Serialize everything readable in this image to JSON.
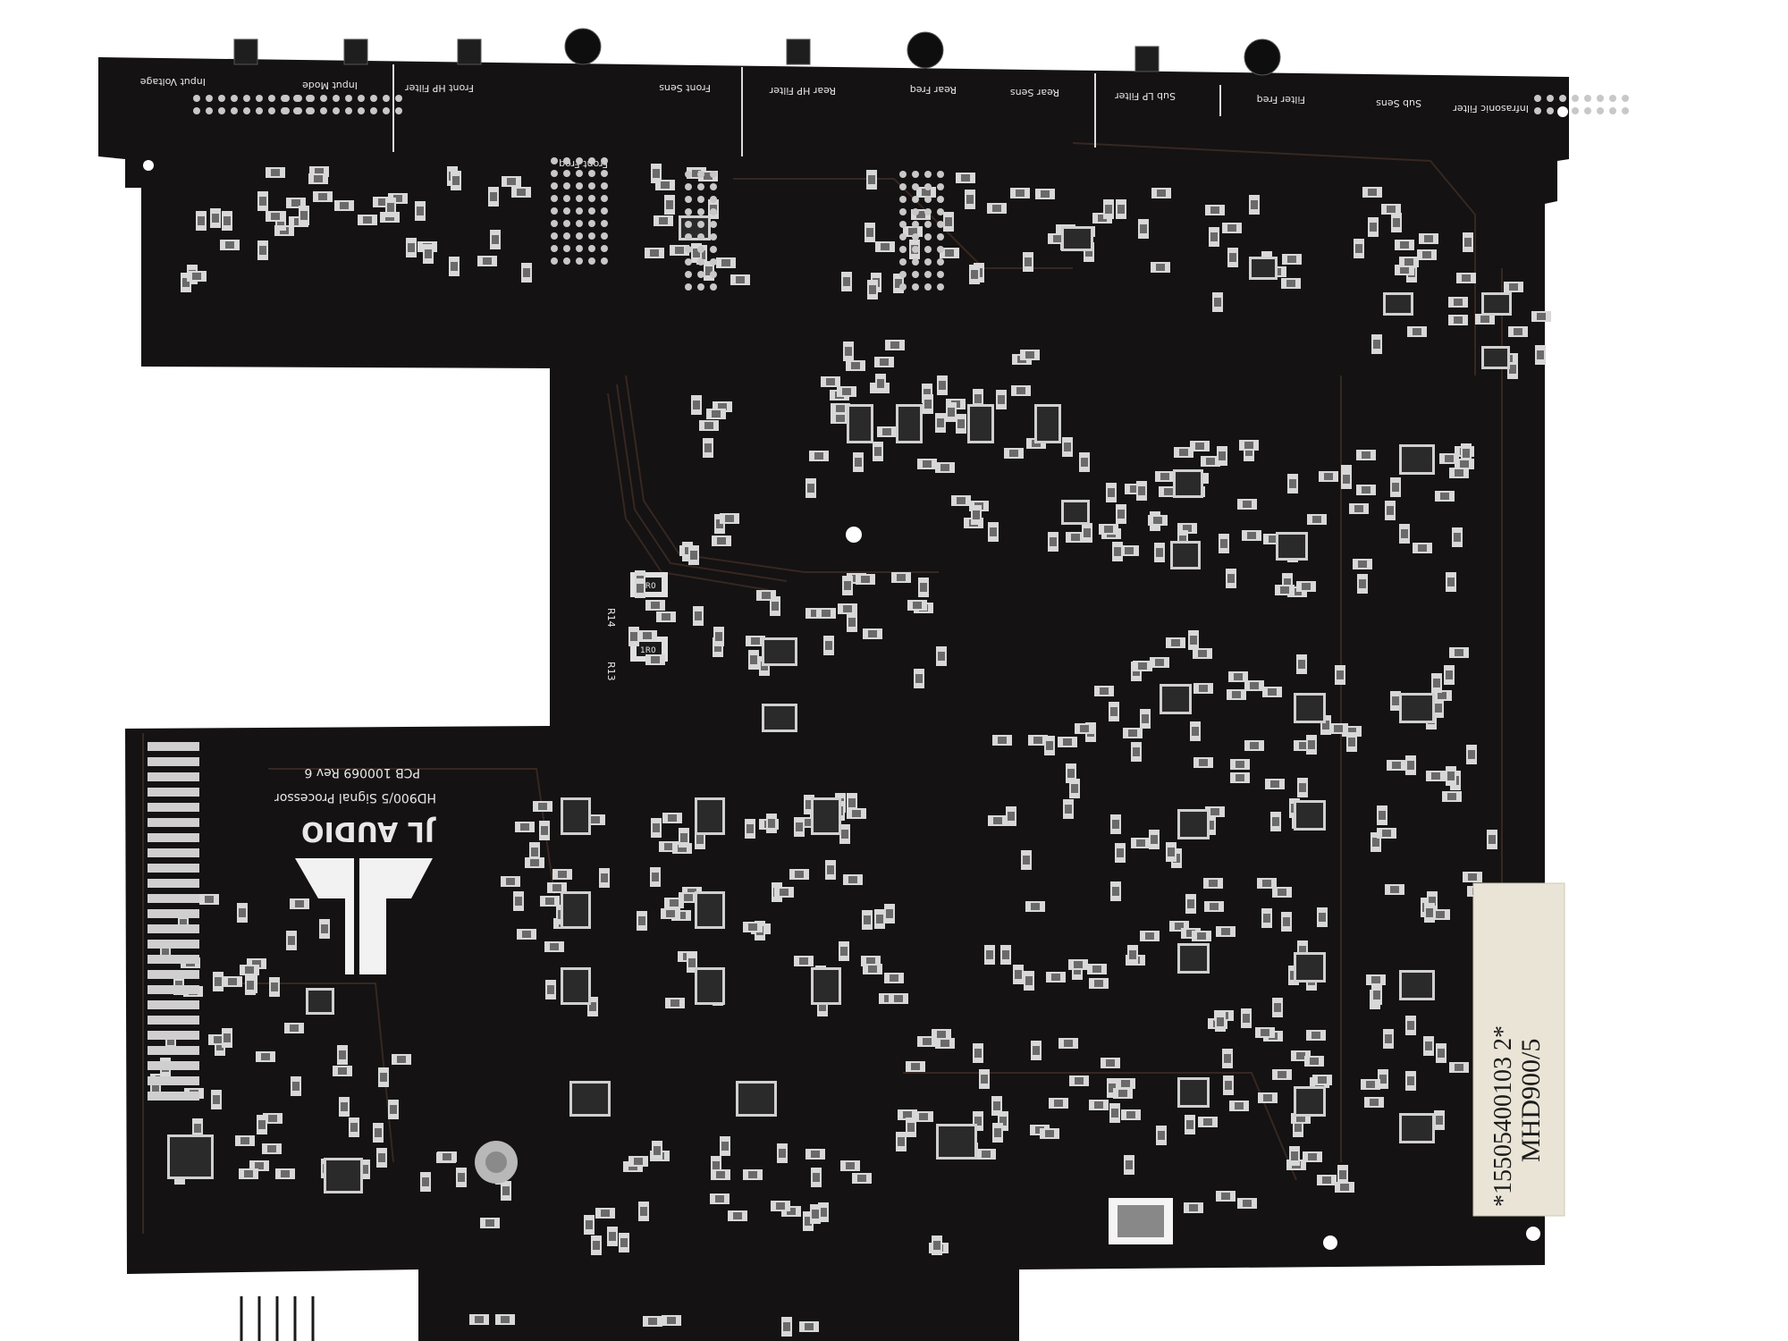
{
  "board": {
    "silkscreen": {
      "input_voltage": "Input Voltage",
      "input_mode": "Input Mode",
      "front_hp_filter": "Front HP Filter",
      "front_sens": "Front Sens",
      "rear_hp_filter": "Rear HP Filter",
      "rear_freq": "Rear Freq",
      "rear_sens": "Rear Sens",
      "sub_lp_filter": "Sub LP Filter",
      "filter_freq": "Filter Freq",
      "sub_sens": "Sub Sens",
      "infrasonic_filter": "Infrasonic Filter",
      "front_freq": "Front Freq",
      "brand": "JL AUDIO",
      "product": "HD900/5 Signal Processor",
      "pcb": "PCB 100069 Rev 6",
      "r14": "R14",
      "r13": "R13",
      "rlo_a": "1R0",
      "rlo_b": "1R0"
    },
    "sticker": {
      "serial": "*15505400103 2*",
      "model": "MHD900/5"
    }
  },
  "colors": {
    "background": "#ffffff",
    "pcb": "#141212",
    "silkscreen": "#e8e8e8",
    "pad": "#cfcfcf",
    "chip": "#2a2a2a",
    "sticker": "#e9e4d6"
  }
}
